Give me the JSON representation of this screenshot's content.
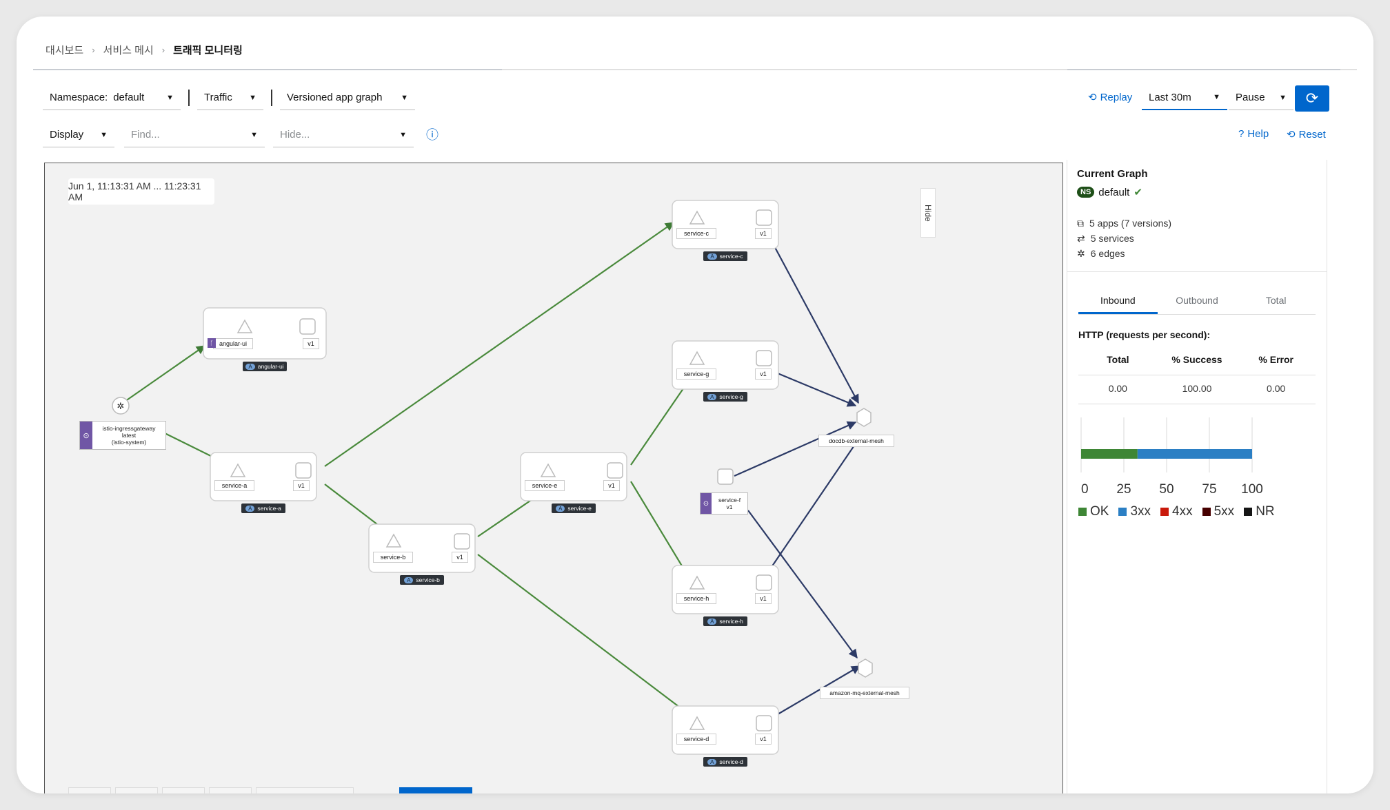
{
  "breadcrumb": [
    "대시보드",
    "서비스 메시",
    "트래픽 모니터링"
  ],
  "toolbar": {
    "namespace_label": "Namespace:",
    "namespace_value": "default",
    "traffic": "Traffic",
    "graph_type": "Versioned app graph",
    "display": "Display",
    "find_placeholder": "Find...",
    "hide_placeholder": "Hide...",
    "replay": "Replay",
    "duration": "Last 30m",
    "refresh": "Pause",
    "help": "Help",
    "reset": "Reset"
  },
  "graph": {
    "time_range": "Jun 1, 11:13:31 AM ... 11:23:31 AM",
    "hide_tab": "Hide",
    "nodes": [
      {
        "app": "angular-ui",
        "version": "v1"
      },
      {
        "app": "service-a",
        "version": "v1"
      },
      {
        "app": "service-b",
        "version": "v1"
      },
      {
        "app": "service-c",
        "version": "v1"
      },
      {
        "app": "service-d",
        "version": "v1"
      },
      {
        "app": "service-e",
        "version": "v1"
      },
      {
        "app": "service-g",
        "version": "v1"
      },
      {
        "app": "service-h",
        "version": "v1"
      }
    ],
    "ingress": [
      "istio-ingressgateway",
      "latest",
      "(istio-system)"
    ],
    "service_f": [
      "service-f",
      "v1"
    ],
    "external": [
      "docdb-external-mesh",
      "amazon-mq-external-mesh"
    ],
    "app_badge": "A"
  },
  "side": {
    "title": "Current Graph",
    "ns_badge": "NS",
    "namespace": "default",
    "apps": "5 apps (7 versions)",
    "services": "5 services",
    "edges": "6 edges",
    "tabs": [
      "Inbound",
      "Outbound",
      "Total"
    ],
    "http_title": "HTTP (requests per second):",
    "headers": [
      "Total",
      "% Success",
      "% Error"
    ],
    "values": [
      "0.00",
      "100.00",
      "0.00"
    ],
    "bar": {
      "ok_pct": 33,
      "threexx_pct": 67
    },
    "axis": [
      "0",
      "25",
      "50",
      "75",
      "100"
    ],
    "legend": [
      {
        "label": "OK",
        "color": "#3e8635"
      },
      {
        "label": "3xx",
        "color": "#2b7fc4"
      },
      {
        "label": "4xx",
        "color": "#c9190b"
      },
      {
        "label": "5xx",
        "color": "#470000"
      },
      {
        "label": "NR",
        "color": "#151515"
      }
    ]
  }
}
